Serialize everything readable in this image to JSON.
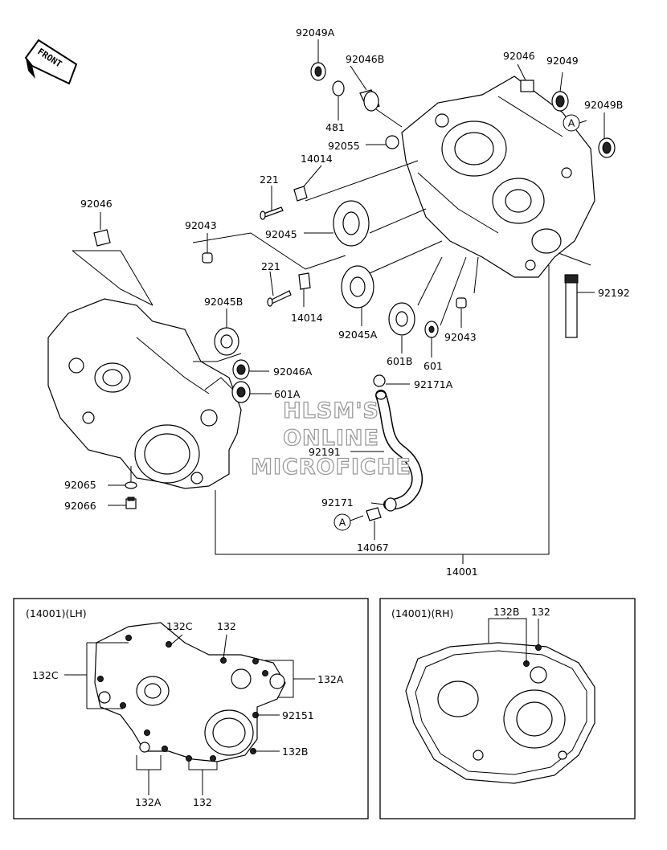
{
  "watermark": {
    "line1": "HLSM'S",
    "line2": "ONLINE",
    "line3": "MICROFICHE"
  },
  "front_arrow": {
    "text": "FRONT"
  },
  "callouts": {
    "ref_a1": "A",
    "ref_a2": "A"
  },
  "labels": {
    "p92049A": "92049A",
    "p92046B": "92046B",
    "p481": "481",
    "p92055": "92055",
    "p92046_tr": "92046",
    "p92049": "92049",
    "p92049B": "92049B",
    "p14014_top": "14014",
    "p221_top": "221",
    "p92046_left": "92046",
    "p92043_left": "92043",
    "p92045": "92045",
    "p221_mid": "221",
    "p14014_mid": "14014",
    "p92045B": "92045B",
    "p92045A": "92045A",
    "p601B": "601B",
    "p601": "601",
    "p92043_right": "92043",
    "p92192": "92192",
    "p92046A": "92046A",
    "p601A": "601A",
    "p92171A": "92171A",
    "p92191": "92191",
    "p92065": "92065",
    "p92066": "92066",
    "p92171": "92171",
    "p14067": "14067",
    "p14001": "14001"
  },
  "lh_panel": {
    "title": "(14001)(LH)",
    "l132C_top": "132C",
    "l132_top": "132",
    "l132C_left": "132C",
    "l132A_right": "132A",
    "l92151": "92151",
    "l132B": "132B",
    "l132A_bottom": "132A",
    "l132_bottom": "132"
  },
  "rh_panel": {
    "title": "(14001)(RH)",
    "l132B": "132B",
    "l132": "132"
  }
}
